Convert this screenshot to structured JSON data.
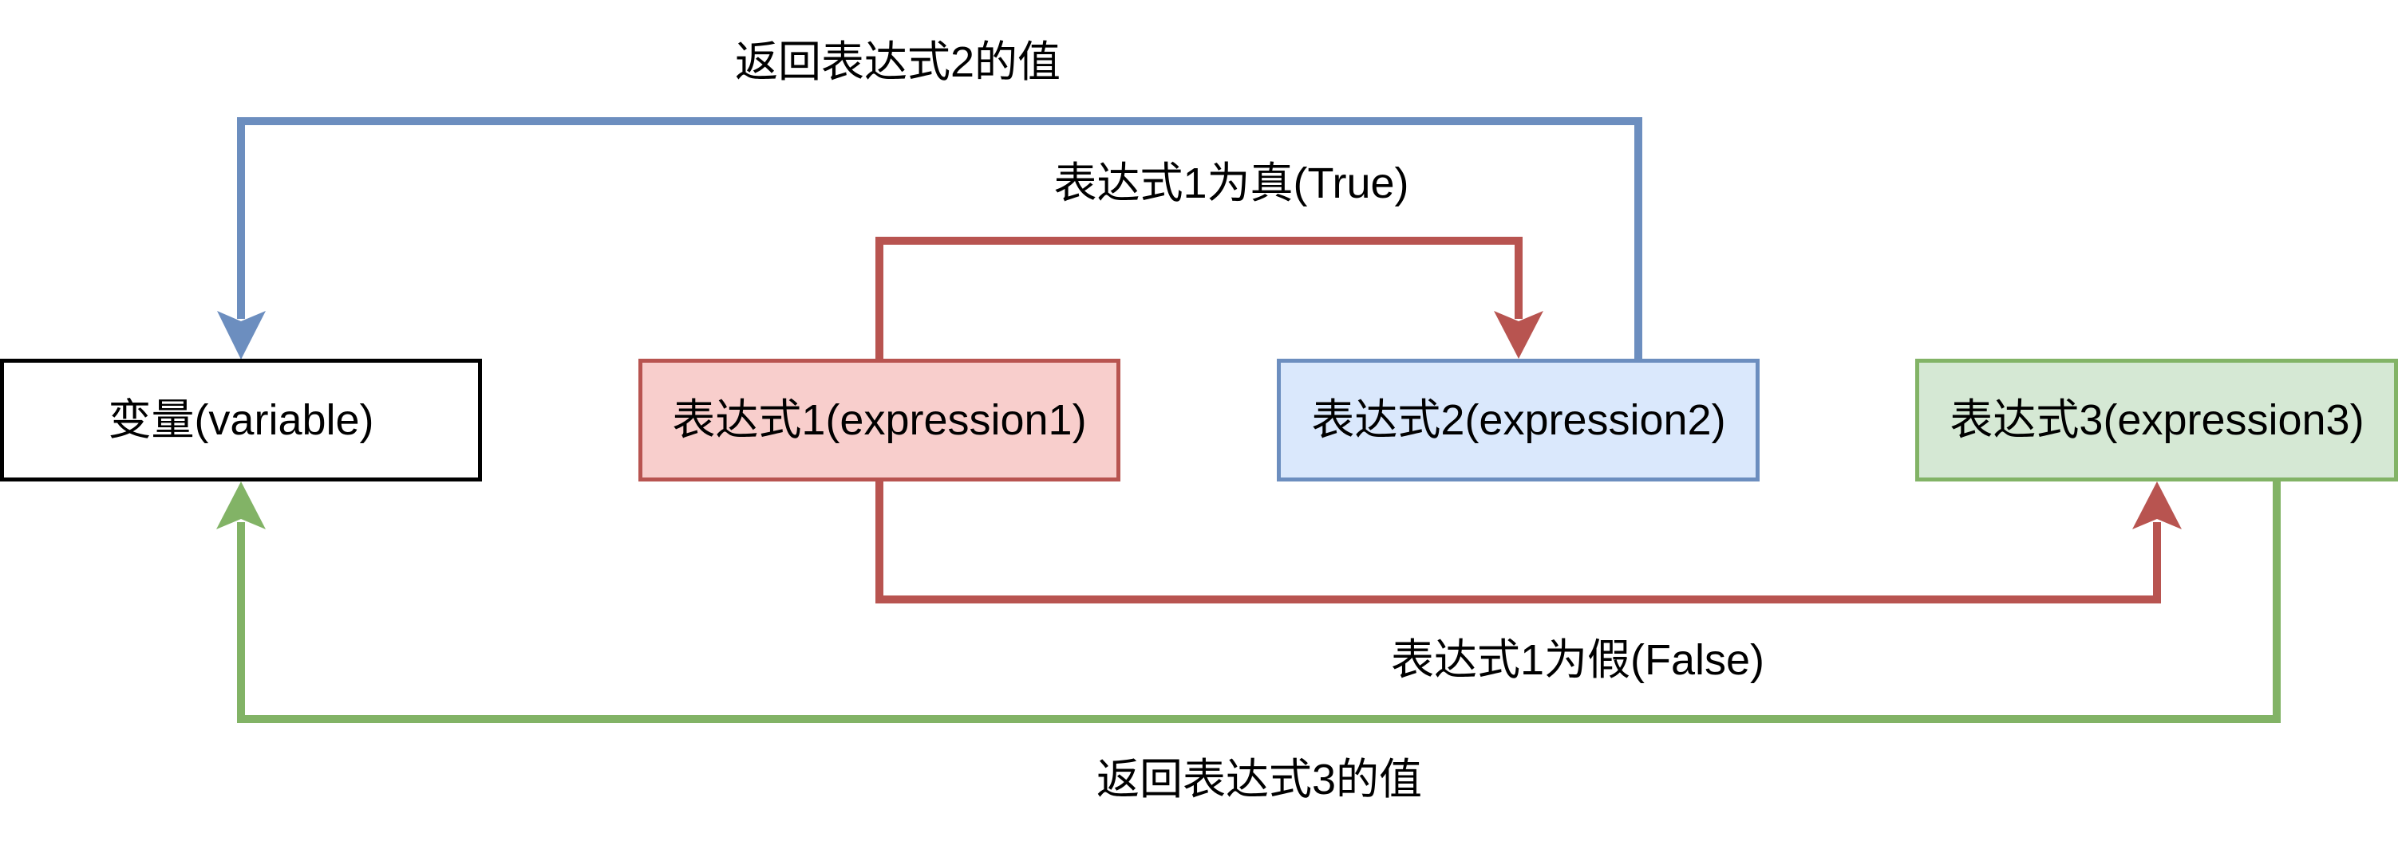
{
  "colors": {
    "variable_stroke": "#000000",
    "variable_fill": "#ffffff",
    "red_stroke": "#b85450",
    "red_fill": "#f8cecc",
    "blue_stroke": "#6c8ebf",
    "blue_fill": "#dae8fc",
    "green_stroke": "#82b366",
    "green_fill": "#d5e8d4"
  },
  "nodes": {
    "variable": {
      "label": "变量(variable)"
    },
    "expression1": {
      "label": "表达式1(expression1)"
    },
    "expression2": {
      "label": "表达式2(expression2)"
    },
    "expression3": {
      "label": "表达式3(expression3)"
    }
  },
  "edges": {
    "return_expr2": {
      "label": "返回表达式2的值",
      "from": "expression2",
      "to": "variable"
    },
    "expr1_true": {
      "label": "表达式1为真(True)",
      "from": "expression1",
      "to": "expression2"
    },
    "expr1_false": {
      "label": "表达式1为假(False)",
      "from": "expression1",
      "to": "expression3"
    },
    "return_expr3": {
      "label": "返回表达式3的值",
      "from": "expression3",
      "to": "variable"
    }
  }
}
